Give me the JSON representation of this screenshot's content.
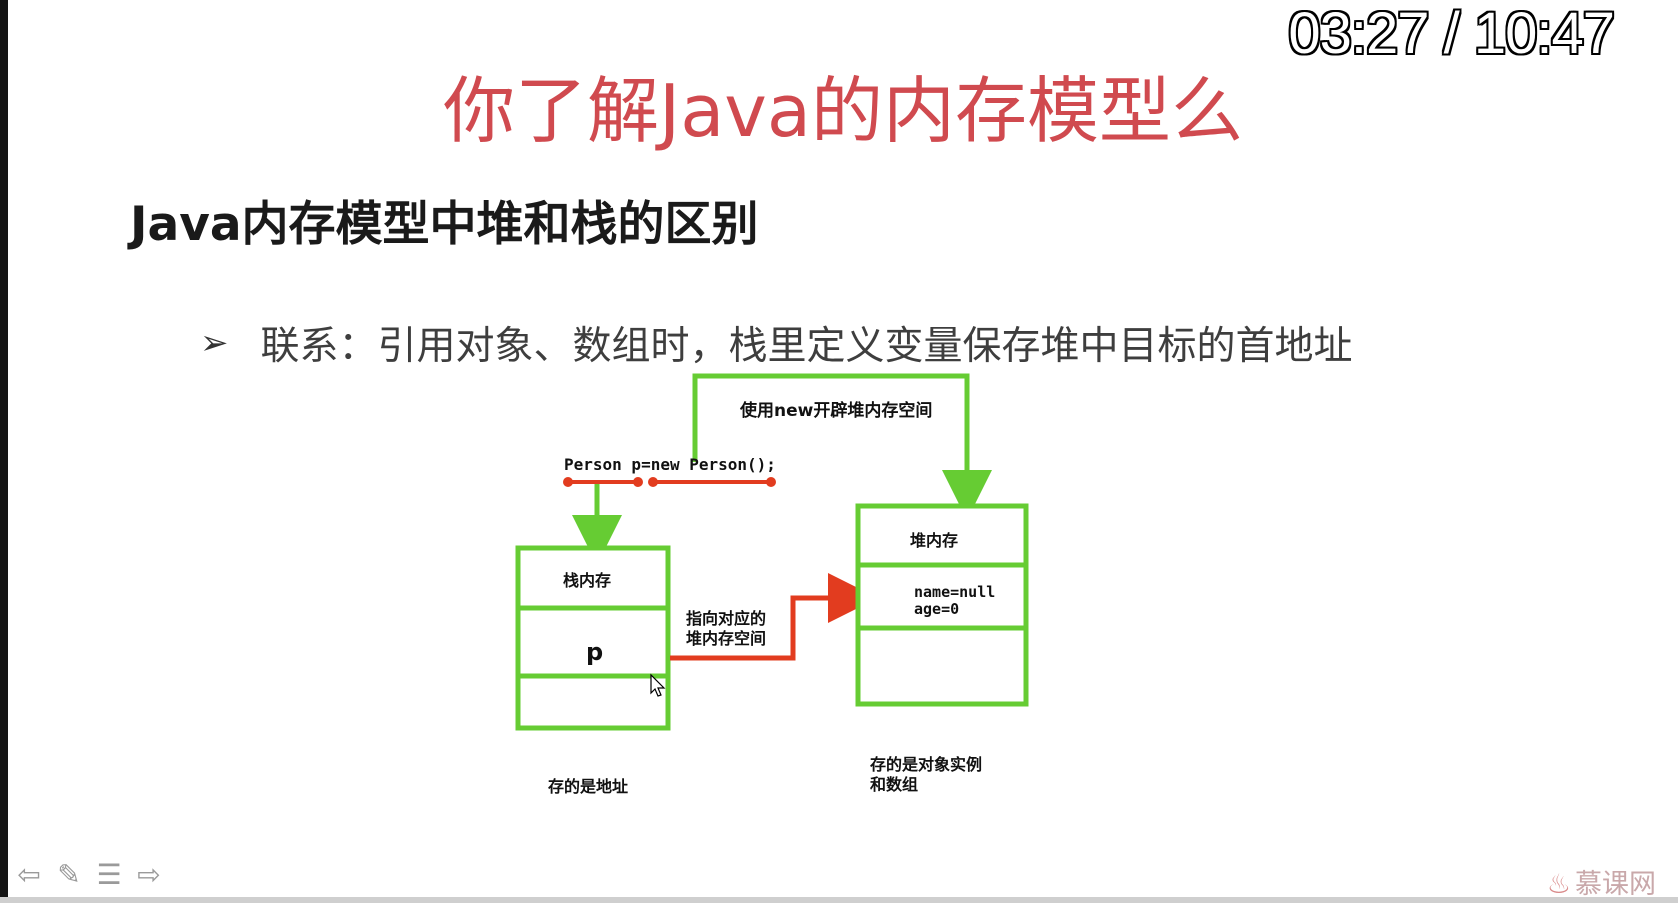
{
  "player": {
    "time_display": "03:27 / 10:47"
  },
  "slide": {
    "title": "你了解Java的内存模型么",
    "heading": "Java内存模型中堆和栈的区别",
    "bullet_marker": "➢",
    "bullet": "联系：引用对象、数组时，栈里定义变量保存堆中目标的首地址"
  },
  "diagram": {
    "top_label": "使用new开辟堆内存空间",
    "code_line": "Person p=new Person();",
    "stack_box_label": "栈内存",
    "stack_var": "p",
    "pointer_label_line1": "指向对应的",
    "pointer_label_line2": "堆内存空间",
    "heap_box_label": "堆内存",
    "heap_field1": "name=null",
    "heap_field2": "age=0",
    "stack_caption": "存的是地址",
    "heap_caption_line1": "存的是对象实例",
    "heap_caption_line2": "和数组"
  },
  "colors": {
    "title": "#d04a4f",
    "box_border": "#66cc33",
    "pointer_red": "#e23c1f"
  },
  "nav": {
    "prev_icon": "⇦",
    "pen_icon": "✎",
    "menu_icon": "☰",
    "next_icon": "⇨"
  },
  "logo": {
    "text": "慕课网",
    "icon": "flame-icon"
  }
}
